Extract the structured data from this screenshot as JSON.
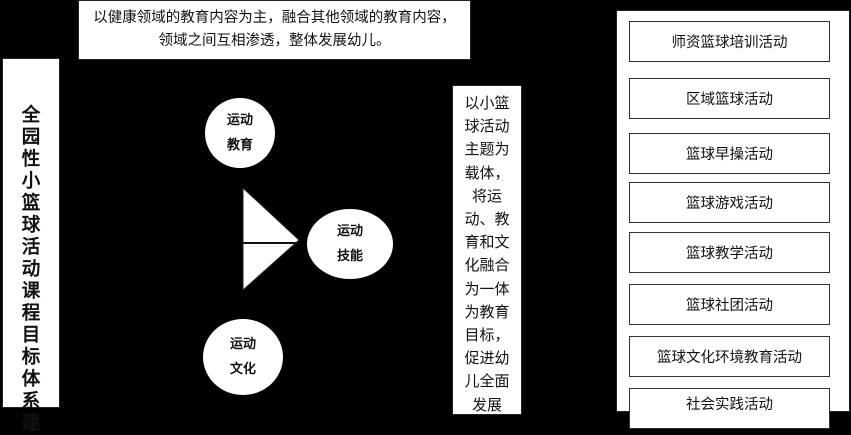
{
  "top_note": "以健康领域的教育内容为主，融合其他领域的教育内容，领域之间互相渗透，整体发展幼儿。",
  "left_title": "全园性小篮球活动课程目标体系建",
  "middle_note": "以小篮球活动主题为载体，将运动、教育和文化融合为一体为教育目标，促进幼儿全面发展",
  "circles": [
    {
      "line1": "运动",
      "line2": "教育"
    },
    {
      "line1": "运动",
      "line2": "技能"
    },
    {
      "line1": "运动",
      "line2": "文化"
    }
  ],
  "activities": [
    "师资篮球培训活动",
    "区域篮球活动",
    "篮球早操活动",
    "篮球游戏活动",
    "篮球教学活动",
    "篮球社团活动",
    "篮球文化环境教育活动",
    "社会实践活动"
  ]
}
